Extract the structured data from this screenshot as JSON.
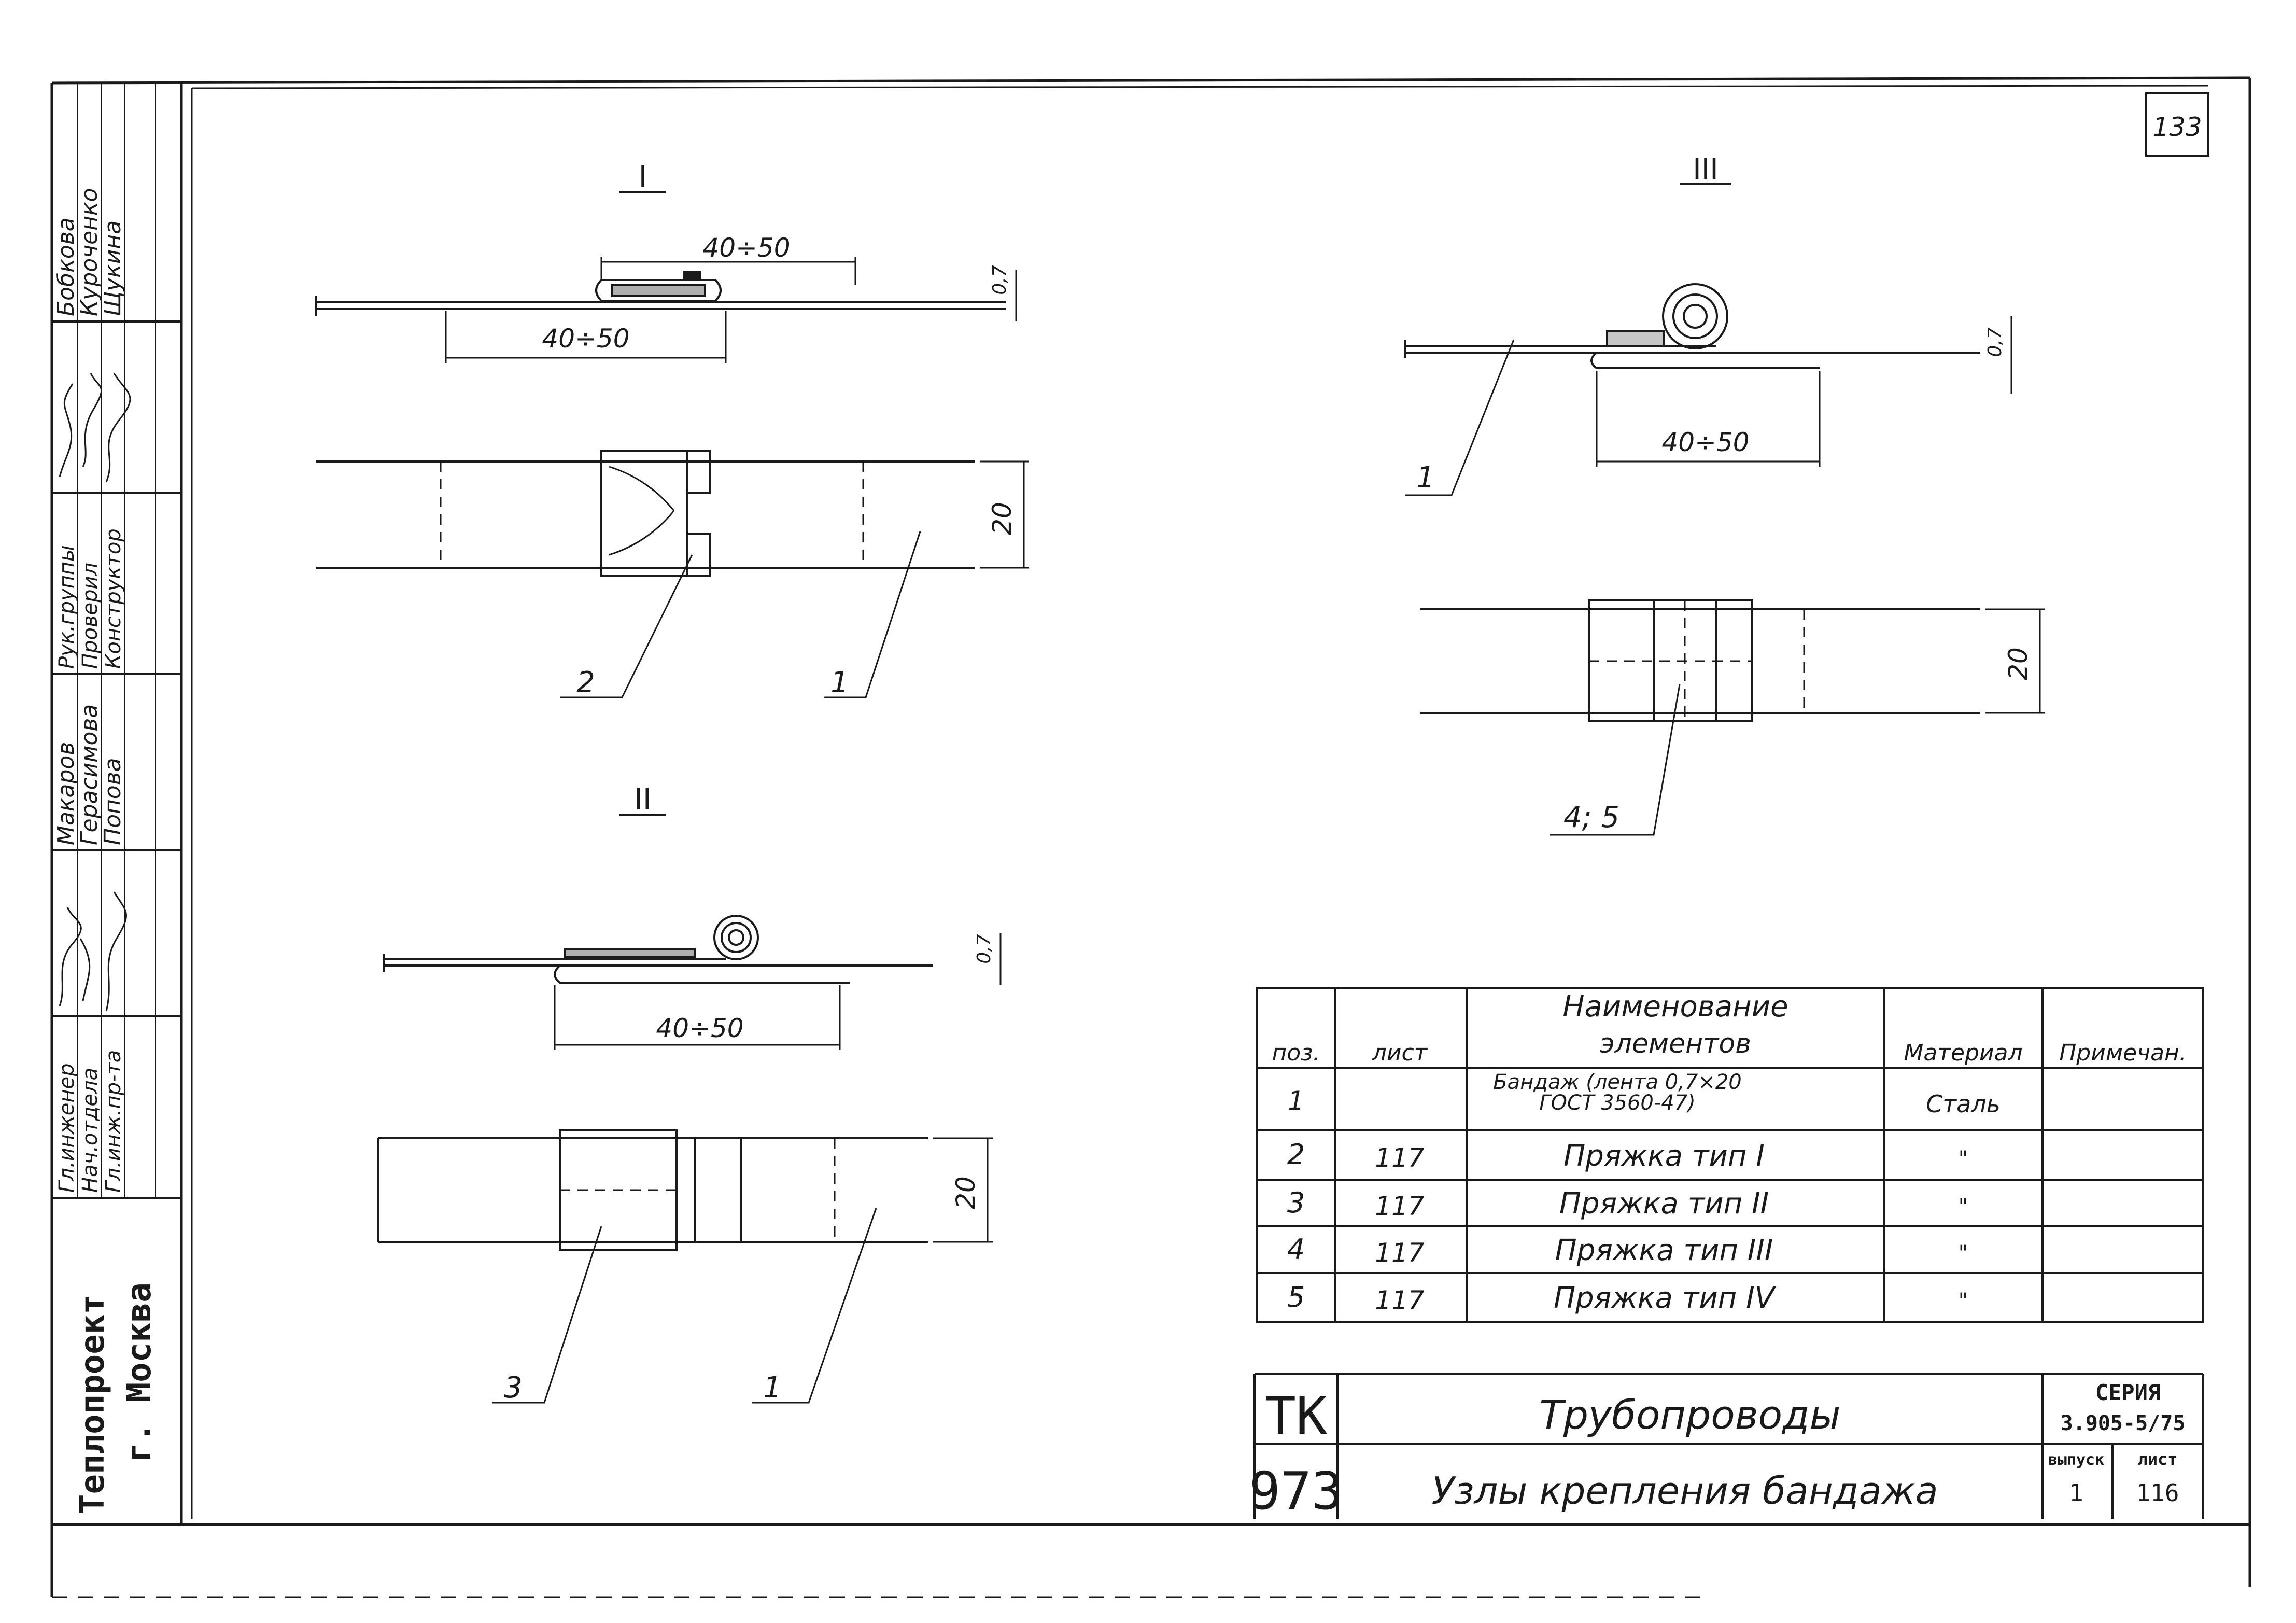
{
  "sheet_number": "133",
  "sidebar": {
    "roles": [
      "Гл.инженер",
      "Нач.отдела",
      "Гл.инж.пр-та",
      "Рук.группы",
      "Проверил",
      "Конструктор"
    ],
    "surnames": [
      "Макаров",
      "Герасимова",
      "Попова",
      "Бобкова",
      "Куроченко",
      "Щукина"
    ],
    "organization_line1": "Теплопроект",
    "organization_line2": "г. Москва"
  },
  "views": {
    "view1": {
      "title": "I",
      "dim_top": "40÷50",
      "dim_bottom": "40÷50",
      "dim_thickness": "0,7",
      "dim_width": "20",
      "callouts": [
        "2",
        "1"
      ]
    },
    "view2": {
      "title": "II",
      "dim_length": "40÷50",
      "dim_thickness": "0,7",
      "dim_width": "20",
      "callouts": [
        "3",
        "1"
      ]
    },
    "view3": {
      "title": "III",
      "dim_length": "40÷50",
      "dim_thickness": "0,7",
      "dim_width": "20",
      "callouts": [
        "1",
        "4; 5"
      ]
    }
  },
  "spec_table": {
    "headers": {
      "pos": "поз.",
      "sheet": "лист",
      "name_line1": "Наименование",
      "name_line2": "элементов",
      "material": "Материал",
      "note": "Примечан."
    },
    "rows": [
      {
        "pos": "1",
        "sheet": "",
        "name_line1": "Бандаж (лента 0,7×20",
        "name_line2": "ГОСТ 3560-47)",
        "material": "Сталь",
        "note": ""
      },
      {
        "pos": "2",
        "sheet": "117",
        "name_line1": "Пряжка тип I",
        "name_line2": "",
        "material": "\"",
        "note": ""
      },
      {
        "pos": "3",
        "sheet": "117",
        "name_line1": "Пряжка тип II",
        "name_line2": "",
        "material": "\"",
        "note": ""
      },
      {
        "pos": "4",
        "sheet": "117",
        "name_line1": "Пряжка тип III",
        "name_line2": "",
        "material": "\"",
        "note": ""
      },
      {
        "pos": "5",
        "sheet": "117",
        "name_line1": "Пряжка тип IV",
        "name_line2": "",
        "material": "\"",
        "note": ""
      }
    ]
  },
  "title_block": {
    "code_top": "ТК",
    "code_bottom": "973",
    "title_main": "Трубопроводы",
    "title_sub": "Узлы крепления бандажа",
    "series_label": "СЕРИЯ",
    "series_value": "3.905-5/75",
    "issue_label": "выпуск",
    "issue_value": "1",
    "sheet_label": "лист",
    "sheet_value": "116"
  }
}
